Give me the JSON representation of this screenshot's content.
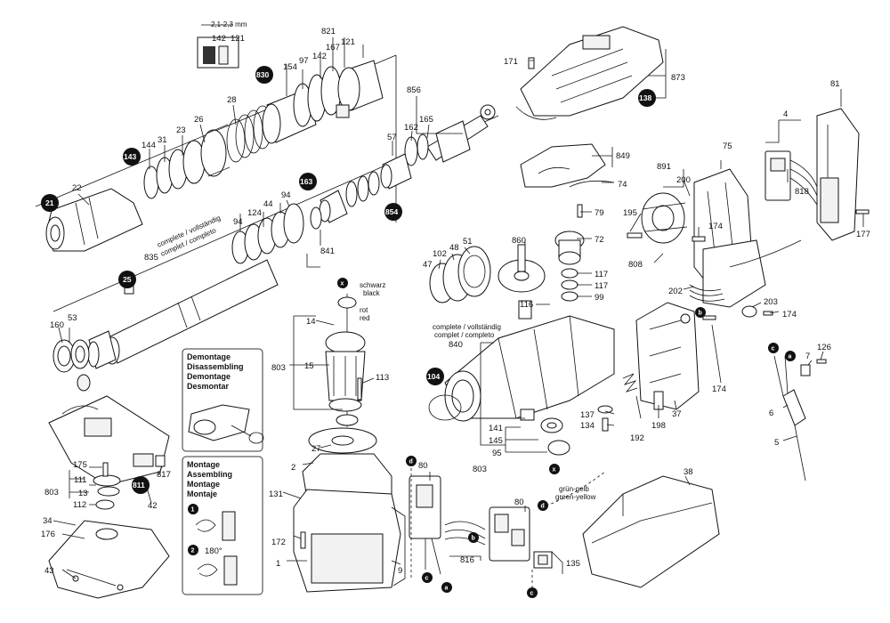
{
  "labels": {
    "p821": "821",
    "p167": "167",
    "p142a": "142",
    "p121a": "121",
    "p154": "154",
    "p97": "97",
    "p28": "28",
    "p26": "26",
    "p23": "23",
    "p31": "31",
    "p144": "144",
    "p22": "22",
    "p856": "856",
    "p165": "165",
    "p162": "162",
    "p57": "57",
    "p94a": "94",
    "p44": "44",
    "p124": "124",
    "p94b": "94",
    "p835": "835",
    "p841": "841",
    "p160": "160",
    "p53": "53",
    "p14": "14",
    "p15": "15",
    "p803a": "803",
    "p113": "113",
    "p27": "27",
    "p2": "2",
    "p131": "131",
    "p172a": "172",
    "p1": "1",
    "p9": "9",
    "p175": "175",
    "p111": "111",
    "p13": "13",
    "p112": "112",
    "p803b": "803",
    "p34": "34",
    "p176": "176",
    "p43": "43",
    "p817": "817",
    "p42": "42",
    "p80a": "80",
    "p80b": "80",
    "p816": "816",
    "p135": "135",
    "p171": "171",
    "p873": "873",
    "p849": "849",
    "p74": "74",
    "p79": "79",
    "p72": "72",
    "p860": "860",
    "p51": "51",
    "p48": "48",
    "p102": "102",
    "p47": "47",
    "p117a": "117",
    "p117b": "117",
    "p99": "99",
    "p116": "116",
    "p840": "840",
    "p141": "141",
    "p145": "145",
    "p95": "95",
    "p803c": "803",
    "p137": "137",
    "p134": "134",
    "p192": "192",
    "p198": "198",
    "p37": "37",
    "p891": "891",
    "p200": "200",
    "p75": "75",
    "p195": "195",
    "p174a": "174",
    "p808": "808",
    "p202": "202",
    "p203": "203",
    "p174b": "174",
    "p174c": "174",
    "p4": "4",
    "p818": "818",
    "p81": "81",
    "p177": "177",
    "p126": "126",
    "p7": "7",
    "p6": "6",
    "p5": "5",
    "p38": "38",
    "p142b": "142",
    "p121b": "121",
    "dim": "2,1-2,3 mm"
  },
  "circled": {
    "c830": "830",
    "c143": "143",
    "c21": "21",
    "c163": "163",
    "c854": "854",
    "c25": "25",
    "c104": "104",
    "c811": "811",
    "c138": "138"
  },
  "letters": {
    "x1": "x",
    "x2": "x",
    "b1": "b",
    "b2": "b",
    "c1": "c",
    "c2": "c",
    "c3": "c",
    "d1": "d",
    "d2": "d",
    "a1": "a",
    "a2": "a"
  },
  "notes": {
    "complete1": "complete / vollständig",
    "complete2": "complet / completo",
    "complete3": "complete / vollständig",
    "complete4": "complet / completo",
    "schwarz": "schwarz",
    "black": "black",
    "rot": "rot",
    "red": "red",
    "gruen": "grün-gelb",
    "green": "green-yellow",
    "deg": "180°"
  },
  "disassembly": {
    "title": [
      "Demontage",
      "Disassembling",
      "Demontage",
      "Desmontar"
    ]
  },
  "assembly": {
    "title": [
      "Montage",
      "Assembling",
      "Montage",
      "Montaje"
    ],
    "step1": "1",
    "step2": "2"
  }
}
